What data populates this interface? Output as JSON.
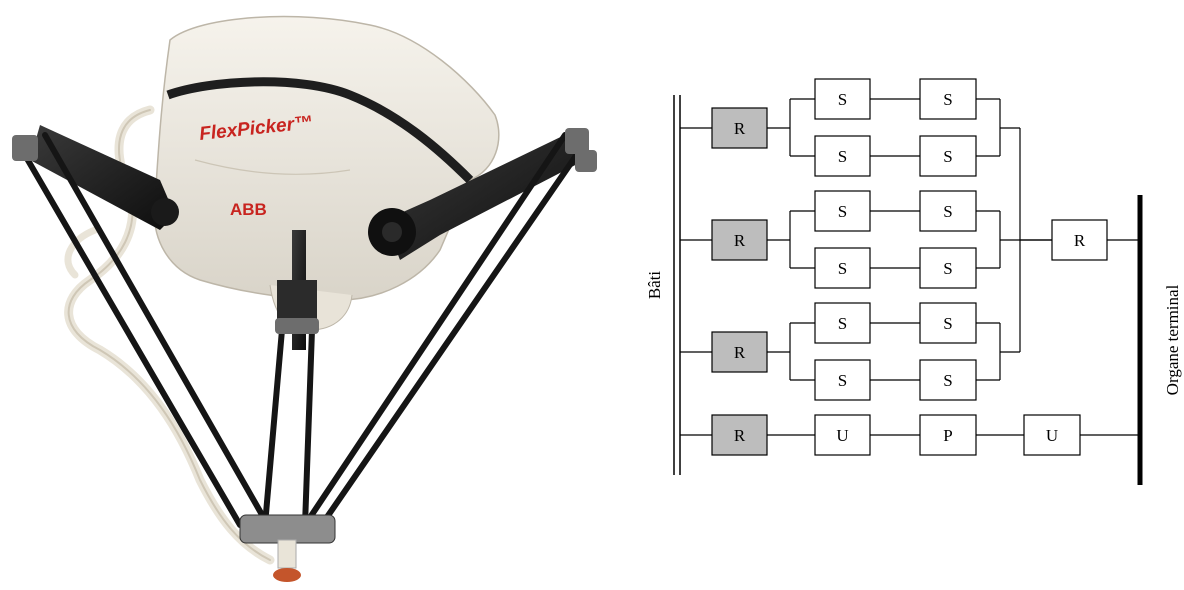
{
  "photo": {
    "brand_text": "FlexPicker™",
    "maker_text": "ABB"
  },
  "diagram": {
    "base_label": "Bâti",
    "end_label": "Organe terminal",
    "chains": [
      {
        "root": "R",
        "upper": [
          "S",
          "S"
        ],
        "lower": [
          "S",
          "S"
        ]
      },
      {
        "root": "R",
        "upper": [
          "S",
          "S"
        ],
        "lower": [
          "S",
          "S"
        ]
      },
      {
        "root": "R",
        "upper": [
          "S",
          "S"
        ],
        "lower": [
          "S",
          "S"
        ]
      }
    ],
    "merge_joint": "R",
    "central_chain": [
      "R",
      "U",
      "P",
      "U"
    ]
  },
  "colors": {
    "actuated_joint": "#bdbdbd",
    "robot_body": "#eeeae2",
    "arm": "#1b1b1b"
  }
}
